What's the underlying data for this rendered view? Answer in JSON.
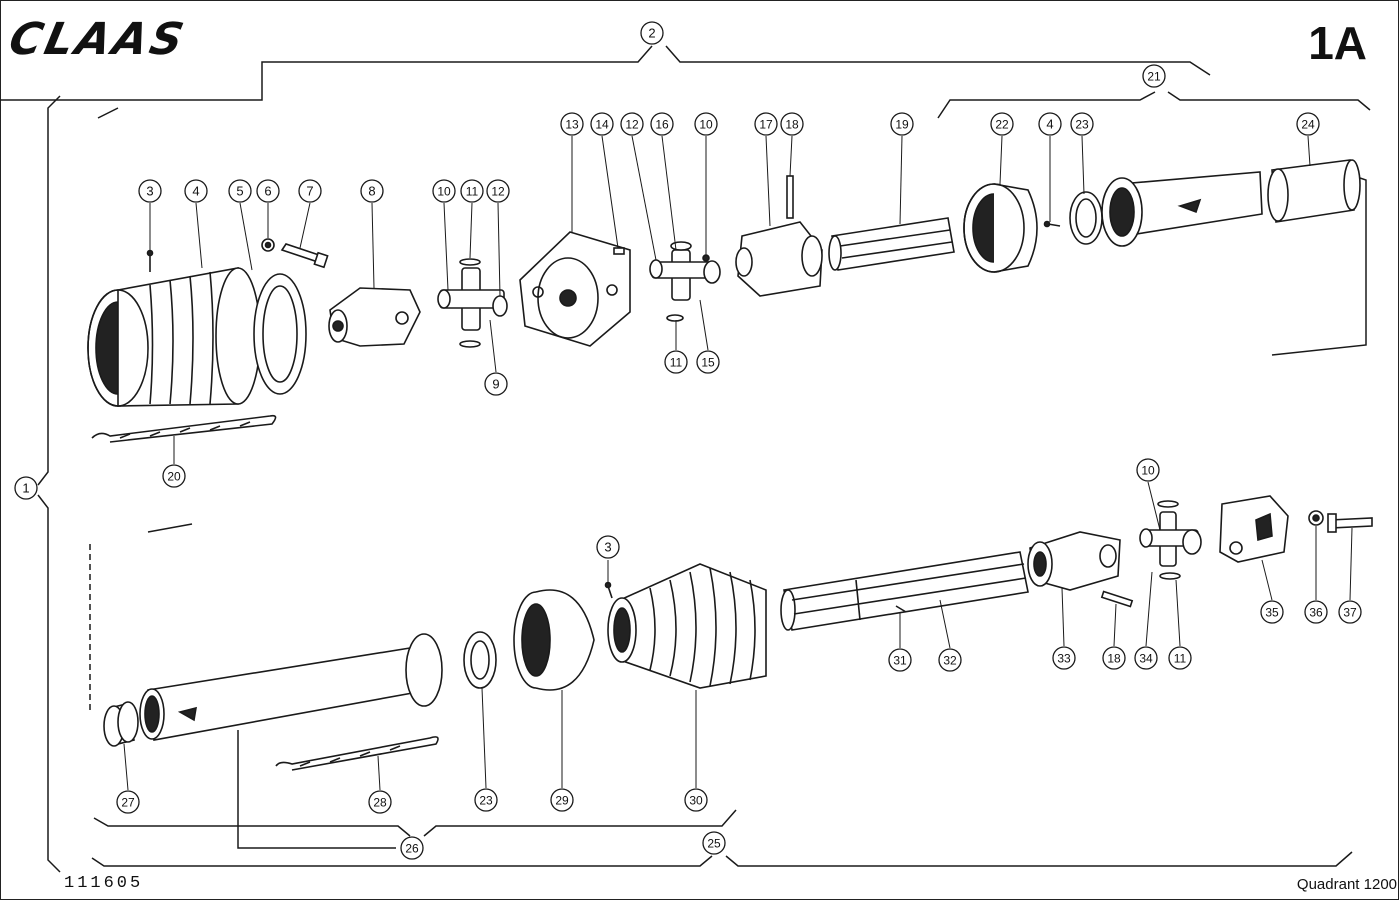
{
  "header": {
    "brand": "CLAAS",
    "sheet": "1A"
  },
  "footer": {
    "doc_number": "111605",
    "model": "Quadrant 1200"
  },
  "callouts": {
    "top": [
      "3",
      "4",
      "5",
      "6",
      "7",
      "8",
      "10",
      "11",
      "12",
      "9",
      "13",
      "14",
      "12",
      "16",
      "10",
      "11",
      "15",
      "17",
      "18",
      "19",
      "22",
      "4",
      "23",
      "24",
      "20"
    ],
    "groups": [
      "1",
      "2",
      "21",
      "26",
      "25"
    ],
    "bottom": [
      "3",
      "10",
      "31",
      "32",
      "33",
      "18",
      "34",
      "11",
      "35",
      "36",
      "37",
      "27",
      "28",
      "23",
      "29",
      "30"
    ]
  }
}
